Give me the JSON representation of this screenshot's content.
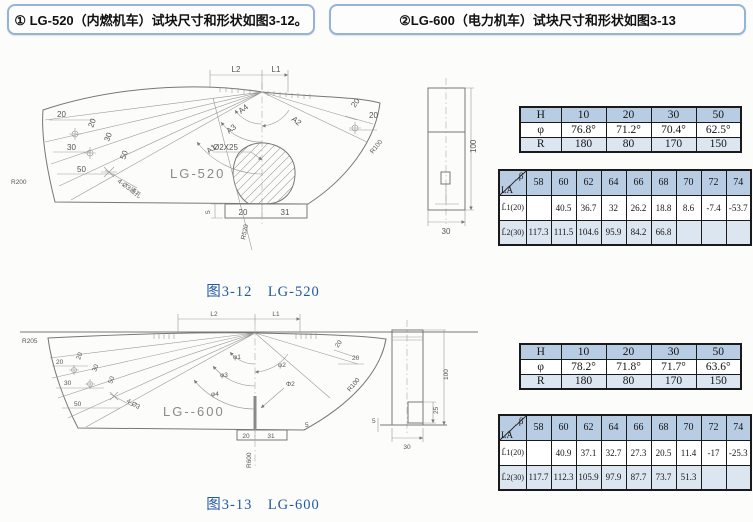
{
  "header": {
    "box1": "① LG-520（内燃机车）试块尺寸和形状如图3-12。",
    "box2": "②LG-600（电力机车）试块尺寸和形状如图3-13"
  },
  "colors": {
    "box_border": "#95b3d7",
    "table_header_bg": "#b8cce4",
    "table_alt_bg": "#dce6f1",
    "caption_blue": "#2458a6"
  },
  "fig520": {
    "caption": "图3-12　LG-520",
    "name_label": "LG-520",
    "dims": {
      "l2": "L2",
      "l1": "L1",
      "a1": "A1",
      "a2": "A2",
      "a3": "A3",
      "a4": "A4",
      "hole": "Ø2X25",
      "d20a": "20",
      "d20b": "20",
      "d30a": "30",
      "d30b": "30",
      "d50a": "50",
      "d50b": "50",
      "r200": "R200",
      "holes4": "4-Ø3通孔",
      "d20r1": "20",
      "d20r2": "20",
      "r100": "R100",
      "r520": "R520",
      "d5": "5",
      "d20c": "20",
      "d31": "31"
    },
    "side": {
      "h100": "100",
      "w30": "30"
    }
  },
  "fig600": {
    "caption": "图3-13　LG-600",
    "name_label": "LG--600",
    "dims": {
      "l2": "L2",
      "l1": "L1",
      "f1": "φ1",
      "f2": "φ2",
      "f3": "φ3",
      "f4": "φ4",
      "slot": "Φ2",
      "r205": "R205",
      "d20a": "20",
      "d20b": "20",
      "d30a": "30",
      "d30b": "30",
      "d50a": "50",
      "d50b": "50",
      "holes4": "4-Ø3",
      "d20r1": "20",
      "d20r2": "20",
      "r100": "R100",
      "d20c": "20",
      "d31": "31",
      "r600": "R600",
      "d5": "5"
    },
    "side": {
      "h100": "100",
      "w30": "30",
      "d25": "25",
      "d5": "5"
    }
  },
  "table520a": {
    "rows": [
      {
        "label": "H",
        "values": [
          "10",
          "20",
          "30",
          "50"
        ]
      },
      {
        "label": "φ",
        "values": [
          "76.8°",
          "71.2°",
          "70.4°",
          "62.5°"
        ]
      },
      {
        "label": "R",
        "values": [
          "180",
          "80",
          "170",
          "150"
        ]
      }
    ]
  },
  "table520b": {
    "corner_top": "β",
    "corner_bottom": "LA",
    "cols": [
      "58",
      "60",
      "62",
      "64",
      "66",
      "68",
      "70",
      "72",
      "74"
    ],
    "row1": {
      "label": "L̂1(20)",
      "values": [
        "",
        "40.5",
        "36.7",
        "32",
        "26.2",
        "18.8",
        "8.6",
        "-7.4",
        "-53.7"
      ]
    },
    "row2": {
      "label": "L̂2(30)",
      "values": [
        "117.3",
        "111.5",
        "104.6",
        "95.9",
        "84.2",
        "66.8",
        "",
        "",
        ""
      ]
    }
  },
  "table600a": {
    "rows": [
      {
        "label": "H",
        "values": [
          "10",
          "20",
          "30",
          "50"
        ]
      },
      {
        "label": "φ",
        "values": [
          "78.2°",
          "71.8°",
          "71.7°",
          "63.6°"
        ]
      },
      {
        "label": "R",
        "values": [
          "180",
          "80",
          "170",
          "150"
        ]
      }
    ]
  },
  "table600b": {
    "corner_top": "β",
    "corner_bottom": "LA",
    "cols": [
      "58",
      "60",
      "62",
      "64",
      "66",
      "68",
      "70",
      "72",
      "74"
    ],
    "row1": {
      "label": "L̂1(20)",
      "values": [
        "",
        "40.9",
        "37.1",
        "32.7",
        "27.3",
        "20.5",
        "11.4",
        "-17",
        "-25.3"
      ]
    },
    "row2": {
      "label": "L̂2(30)",
      "values": [
        "117.7",
        "112.3",
        "105.9",
        "97.9",
        "87.7",
        "73.7",
        "51.3",
        "",
        ""
      ]
    }
  }
}
